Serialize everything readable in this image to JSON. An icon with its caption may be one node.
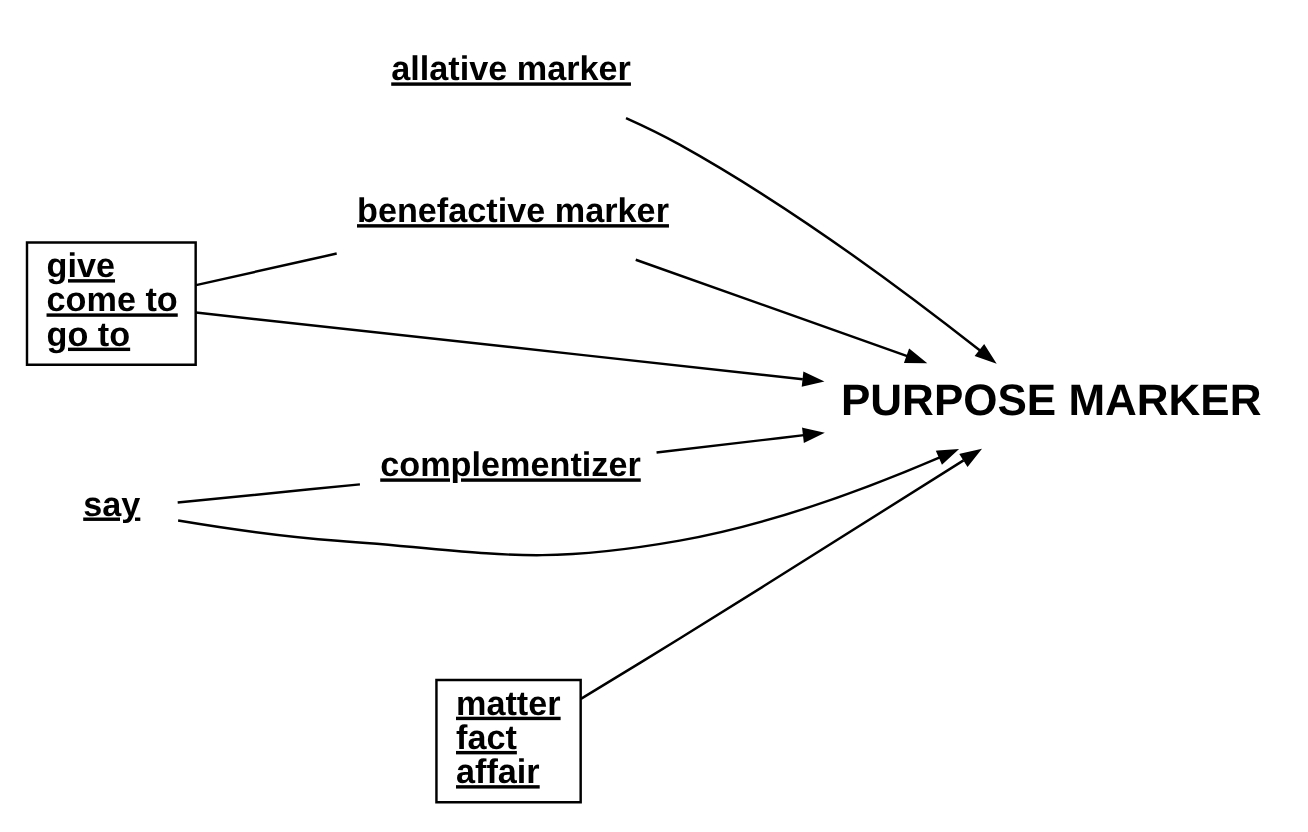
{
  "diagram": {
    "nodes": [
      {
        "text": [
          "allative marker"
        ]
      },
      {
        "text": [
          "give",
          "come to",
          "go to"
        ]
      },
      {
        "text": [
          "benefactive marker"
        ]
      },
      {
        "text": [
          "say"
        ]
      },
      {
        "text": [
          "complementizer"
        ]
      },
      {
        "text": [
          "matter",
          "fact",
          "affair"
        ]
      },
      {
        "text": [
          "PURPOSE MARKER"
        ]
      }
    ],
    "edges": [
      {
        "from": 0,
        "to": 6,
        "arrow": "to"
      },
      {
        "from": 1,
        "to": 2,
        "arrow": "none"
      },
      {
        "from": 2,
        "to": 6,
        "arrow": "to"
      },
      {
        "from": 1,
        "to": 6,
        "arrow": "to"
      },
      {
        "from": 3,
        "to": 4,
        "arrow": "none"
      },
      {
        "from": 4,
        "to": 6,
        "arrow": "to"
      },
      {
        "from": 3,
        "to": 6,
        "arrow": "to"
      },
      {
        "from": 5,
        "to": 6,
        "arrow": "to"
      }
    ]
  }
}
